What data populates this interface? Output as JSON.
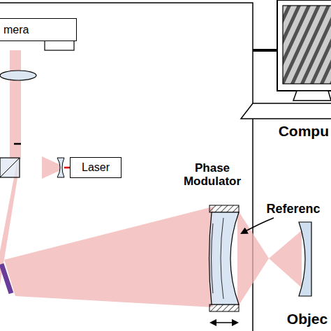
{
  "diagram": {
    "nodes": [
      {
        "text": [
          "mera"
        ]
      },
      {
        "text": [
          "Laser"
        ]
      }
    ],
    "labels": [
      "Phase Modulator",
      "Referenc",
      "Compu",
      "Objec"
    ]
  }
}
